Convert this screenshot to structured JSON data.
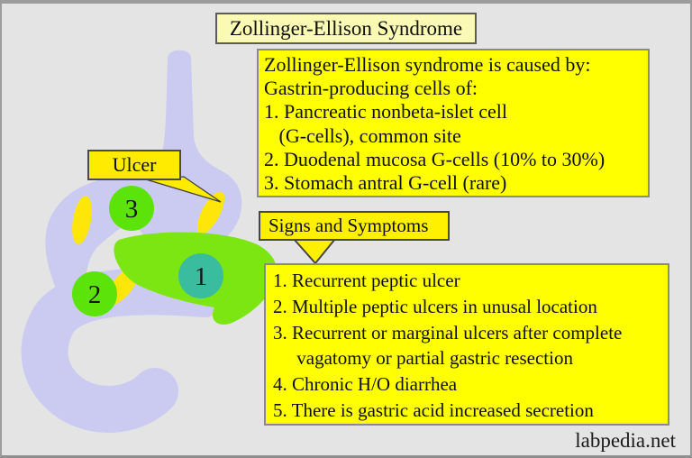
{
  "page": {
    "background": "#e4e4e4",
    "watermark": "labpedia.net"
  },
  "title_box": {
    "text": "Zollinger-Ellison Syndrome",
    "bg": "#fafab4"
  },
  "causes_box": {
    "bg": "#ffff00",
    "lines": [
      "Zollinger-Ellison syndrome is caused by:",
      "Gastrin-producing cells of:",
      "1. Pancreatic nonbeta-islet cell",
      "   (G-cells), common site",
      "2. Duodenal mucosa G-cells (10% to 30%)",
      "3. Stomach antral G-cell (rare)"
    ]
  },
  "signs_callout": {
    "text": "Signs and Symptoms",
    "bg": "#fff000"
  },
  "symptoms_box": {
    "bg": "#ffff00",
    "lines": [
      "1. Recurrent peptic ulcer",
      "2. Multiple peptic ulcers in unusal location",
      "3. Recurrent or marginal ulcers after complete",
      "     vagatomy or partial gastric resection",
      "4. Chronic H/O diarrhea",
      "5. There is gastric acid increased secretion"
    ]
  },
  "ulcer_label": {
    "text": "Ulcer",
    "bg": "#ffeb00"
  },
  "anatomy": {
    "colors": {
      "organ": "#cbcbf2",
      "pancreas": "#7ce612",
      "ulcer_spot": "#ffe60a",
      "callout_yellow": "#fff000",
      "pointer_yellow": "#ffeb00",
      "marker_green": "#5ce30a",
      "marker_teal": "#3abc9e"
    },
    "markers": [
      {
        "label": "1",
        "site": "pancreas"
      },
      {
        "label": "2",
        "site": "duodenum"
      },
      {
        "label": "3",
        "site": "stomach-antrum"
      }
    ]
  }
}
